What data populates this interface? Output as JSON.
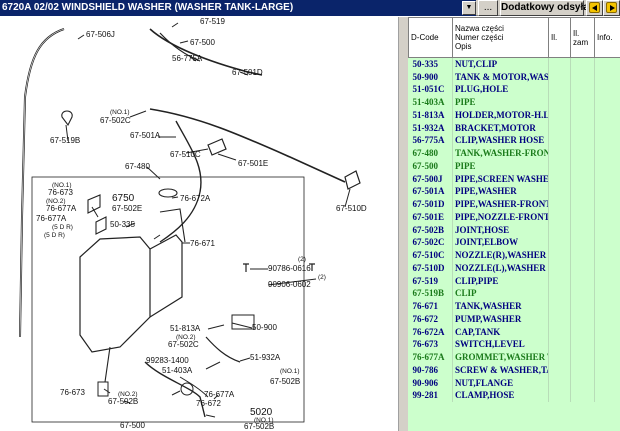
{
  "toolbar": {
    "title": "6720A 02/02 WINDSHIELD WASHER (WASHER TANK-LARGE)",
    "more_label": "...",
    "extra_label": "Dodatkowy odsyłacz"
  },
  "colors": {
    "title_bg": "#0a246a",
    "table_bg": "#ccffcc",
    "code_blue": "#000080",
    "code_green": "#1a7a1a"
  },
  "icons": {
    "prev": "arrow-left-icon",
    "next": "arrow-right-icon",
    "dropdown": "chevron-down-icon"
  },
  "diagram": {
    "labels": {
      "l1": "67-519",
      "l2": "67-500",
      "l3": "67-506J",
      "l4": "56-775A",
      "l5": "67-501D",
      "l6": "(NO.1)",
      "l7": "67-502C",
      "l8": "67-501A",
      "l9": "67-519B",
      "l10": "67-510C",
      "l11": "67-501E",
      "l12": "67-480",
      "l13": "67-510D",
      "l14": "(NO.1)",
      "l15": "76-673",
      "l16": "(NO.2)",
      "l17": "76-677A",
      "l18": "76-677A",
      "l19": "(5 D R)",
      "l20": "(5 D R)",
      "l21": "6750",
      "l22": "67-502E",
      "l23": "76-672A",
      "l24": "50-335",
      "l25": "76-671",
      "l26": "(2)",
      "l27": "90786-0616",
      "l28": "(2)",
      "l29": "90906-0602",
      "l30": "50-900",
      "l31": "51-813A",
      "l32": "(NO.2)",
      "l33": "67-502C",
      "l34": "51-932A",
      "l35": "99283-1400",
      "l36": "(NO.1)",
      "l37": "51-403A",
      "l38": "67-502B",
      "l39": "76-673",
      "l40": "(NO.2)",
      "l41": "67-502B",
      "l42": "76-677A",
      "l43": "76-672",
      "l44": "67-500",
      "l45": "5020",
      "l46": "(NO.1)",
      "l47": "67-502B"
    }
  },
  "table": {
    "headers": {
      "code": "D-Code",
      "name": "Nazwa części\nNumer części\nOpis",
      "qty": "Il.",
      "qty_ord": "Il. zam",
      "info": "Info."
    },
    "rows": [
      {
        "code": "50-335",
        "name": "NUT,CLIP"
      },
      {
        "code": "50-900",
        "name": "TANK & MOTOR,WASHER"
      },
      {
        "code": "51-051C",
        "name": "PLUG,HOLE"
      },
      {
        "code": "51-403A",
        "name": "PIPE"
      },
      {
        "code": "51-813A",
        "name": "HOLDER,MOTOR-H.L.CLEANER"
      },
      {
        "code": "51-932A",
        "name": "BRACKET,MOTOR"
      },
      {
        "code": "56-775A",
        "name": "CLIP,WASHER HOSE"
      },
      {
        "code": "67-480",
        "name": "TANK,WASHER-FRONT"
      },
      {
        "code": "67-500",
        "name": "PIPE"
      },
      {
        "code": "67-500J",
        "name": "PIPE,SCREEN WASHER"
      },
      {
        "code": "67-501A",
        "name": "PIPE,WASHER"
      },
      {
        "code": "67-501D",
        "name": "PIPE,WASHER-FRONT WIPER"
      },
      {
        "code": "67-501E",
        "name": "PIPE,NOZZLE-FRONT WASHER"
      },
      {
        "code": "67-502B",
        "name": "JOINT,HOSE"
      },
      {
        "code": "67-502C",
        "name": "JOINT,ELBOW"
      },
      {
        "code": "67-510C",
        "name": "NOZZLE(R),WASHER"
      },
      {
        "code": "67-510D",
        "name": "NOZZLE(L),WASHER"
      },
      {
        "code": "67-519",
        "name": "CLIP,PIPE"
      },
      {
        "code": "67-519B",
        "name": "CLIP"
      },
      {
        "code": "76-671",
        "name": "TANK,WASHER"
      },
      {
        "code": "76-672",
        "name": "PUMP,WASHER"
      },
      {
        "code": "76-672A",
        "name": "CAP,TANK"
      },
      {
        "code": "76-673",
        "name": "SWITCH,LEVEL"
      },
      {
        "code": "76-677A",
        "name": "GROMMET,WASHER TANK"
      },
      {
        "code": "90-786",
        "name": "SCREW & WASHER,TAPPING"
      },
      {
        "code": "90-906",
        "name": "NUT,FLANGE"
      },
      {
        "code": "99-281",
        "name": "CLAMP,HOSE"
      }
    ]
  }
}
